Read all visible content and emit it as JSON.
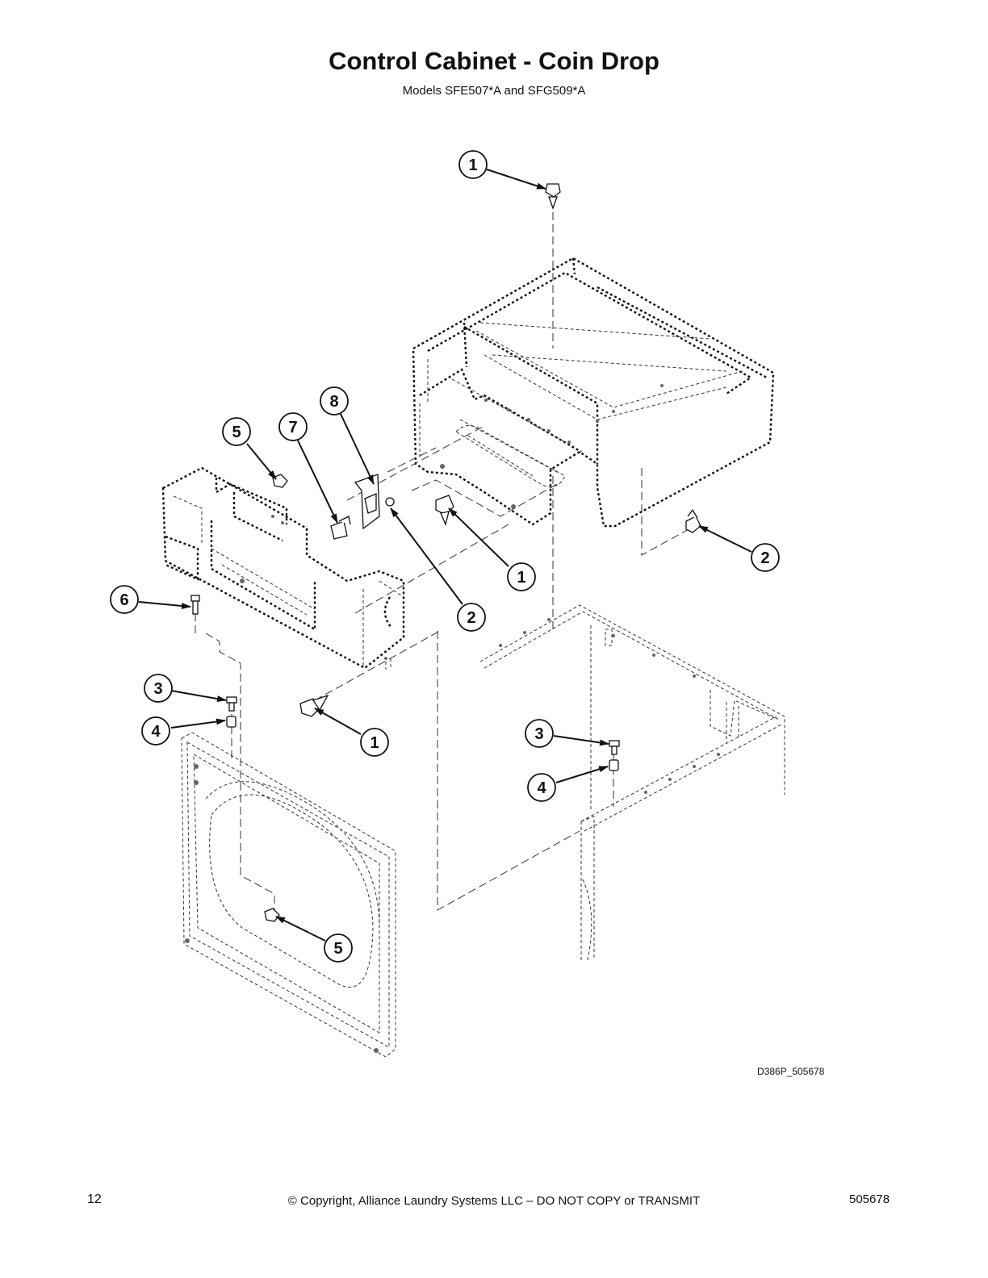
{
  "header": {
    "title": "Control Cabinet - Coin Drop",
    "subtitle": "Models SFE507*A and SFG509*A"
  },
  "diagram": {
    "drawing_id": "D386P_505678",
    "callouts": [
      {
        "id": "c1-top",
        "label": "1"
      },
      {
        "id": "c1-mid",
        "label": "1"
      },
      {
        "id": "c1-low",
        "label": "1"
      },
      {
        "id": "c2-right",
        "label": "2"
      },
      {
        "id": "c2-mid",
        "label": "2"
      },
      {
        "id": "c3-left",
        "label": "3"
      },
      {
        "id": "c3-right",
        "label": "3"
      },
      {
        "id": "c4-left",
        "label": "4"
      },
      {
        "id": "c4-right",
        "label": "4"
      },
      {
        "id": "c5-top",
        "label": "5"
      },
      {
        "id": "c5-low",
        "label": "5"
      },
      {
        "id": "c6",
        "label": "6"
      },
      {
        "id": "c7",
        "label": "7"
      },
      {
        "id": "c8",
        "label": "8"
      }
    ]
  },
  "footer": {
    "page_number": "12",
    "copyright": "© Copyright, Alliance Laundry Systems LLC – DO NOT COPY or TRANSMIT",
    "doc_number": "505678"
  }
}
